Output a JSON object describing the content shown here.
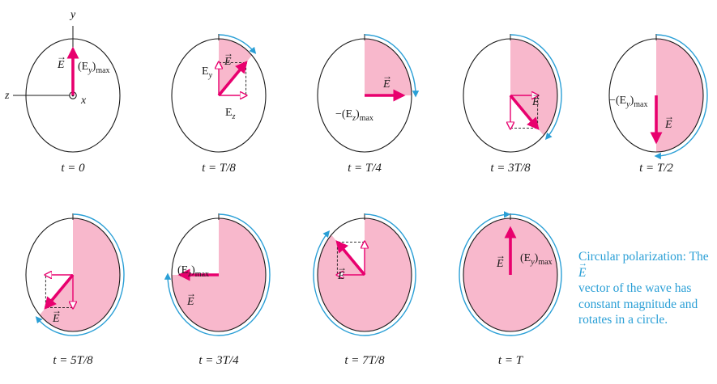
{
  "panels": [
    {
      "time_label": "t = 0",
      "labels": [
        {
          "text": "y",
          "italic": true
        },
        {
          "text": "z",
          "italic": true
        },
        {
          "text": "x",
          "italic": true
        },
        {
          "text": "(E",
          "sub": "y",
          "tail": ")max"
        },
        {
          "text": "E",
          "vec": true
        }
      ]
    },
    {
      "time_label": "t = T/8",
      "labels": [
        {
          "text": "E",
          "sub": "y"
        },
        {
          "text": "E",
          "sub": "z"
        },
        {
          "text": "E",
          "vec": true
        }
      ]
    },
    {
      "time_label": "t = T/4",
      "labels": [
        {
          "text": "−(E",
          "sub": "z",
          "tail": ")max"
        },
        {
          "text": "E",
          "vec": true
        }
      ]
    },
    {
      "time_label": "t = 3T/8",
      "labels": [
        {
          "text": "E",
          "vec": true
        }
      ]
    },
    {
      "time_label": "t = T/2",
      "labels": [
        {
          "text": "−(E",
          "sub": "y",
          "tail": ")max"
        },
        {
          "text": "E",
          "vec": true
        }
      ]
    },
    {
      "time_label": "t = 5T/8",
      "labels": [
        {
          "text": "E",
          "vec": true
        }
      ]
    },
    {
      "time_label": "t = 3T/4",
      "labels": [
        {
          "text": "(E",
          "sub": "z",
          "tail": ")max"
        },
        {
          "text": "E",
          "vec": true
        }
      ]
    },
    {
      "time_label": "t = 7T/8",
      "labels": [
        {
          "text": "E",
          "vec": true
        }
      ]
    },
    {
      "time_label": "t = T",
      "labels": [
        {
          "text": "(E",
          "sub": "y",
          "tail": ")max"
        },
        {
          "text": "E",
          "vec": true
        }
      ]
    }
  ],
  "caption": {
    "line1": "Circular polarization: The",
    "line2_vector": "E",
    "line2_rest": " vector of the wave has",
    "line3": "constant magnitude and",
    "line4": "rotates in a circle."
  },
  "colors": {
    "vector": "#e8006e",
    "component": "#e8006e",
    "sector_fill": "#f8b8cc",
    "rotation_arrow": "#2a9fd6",
    "outline": "#1a1a1a",
    "caption": "#2a9fd6"
  }
}
